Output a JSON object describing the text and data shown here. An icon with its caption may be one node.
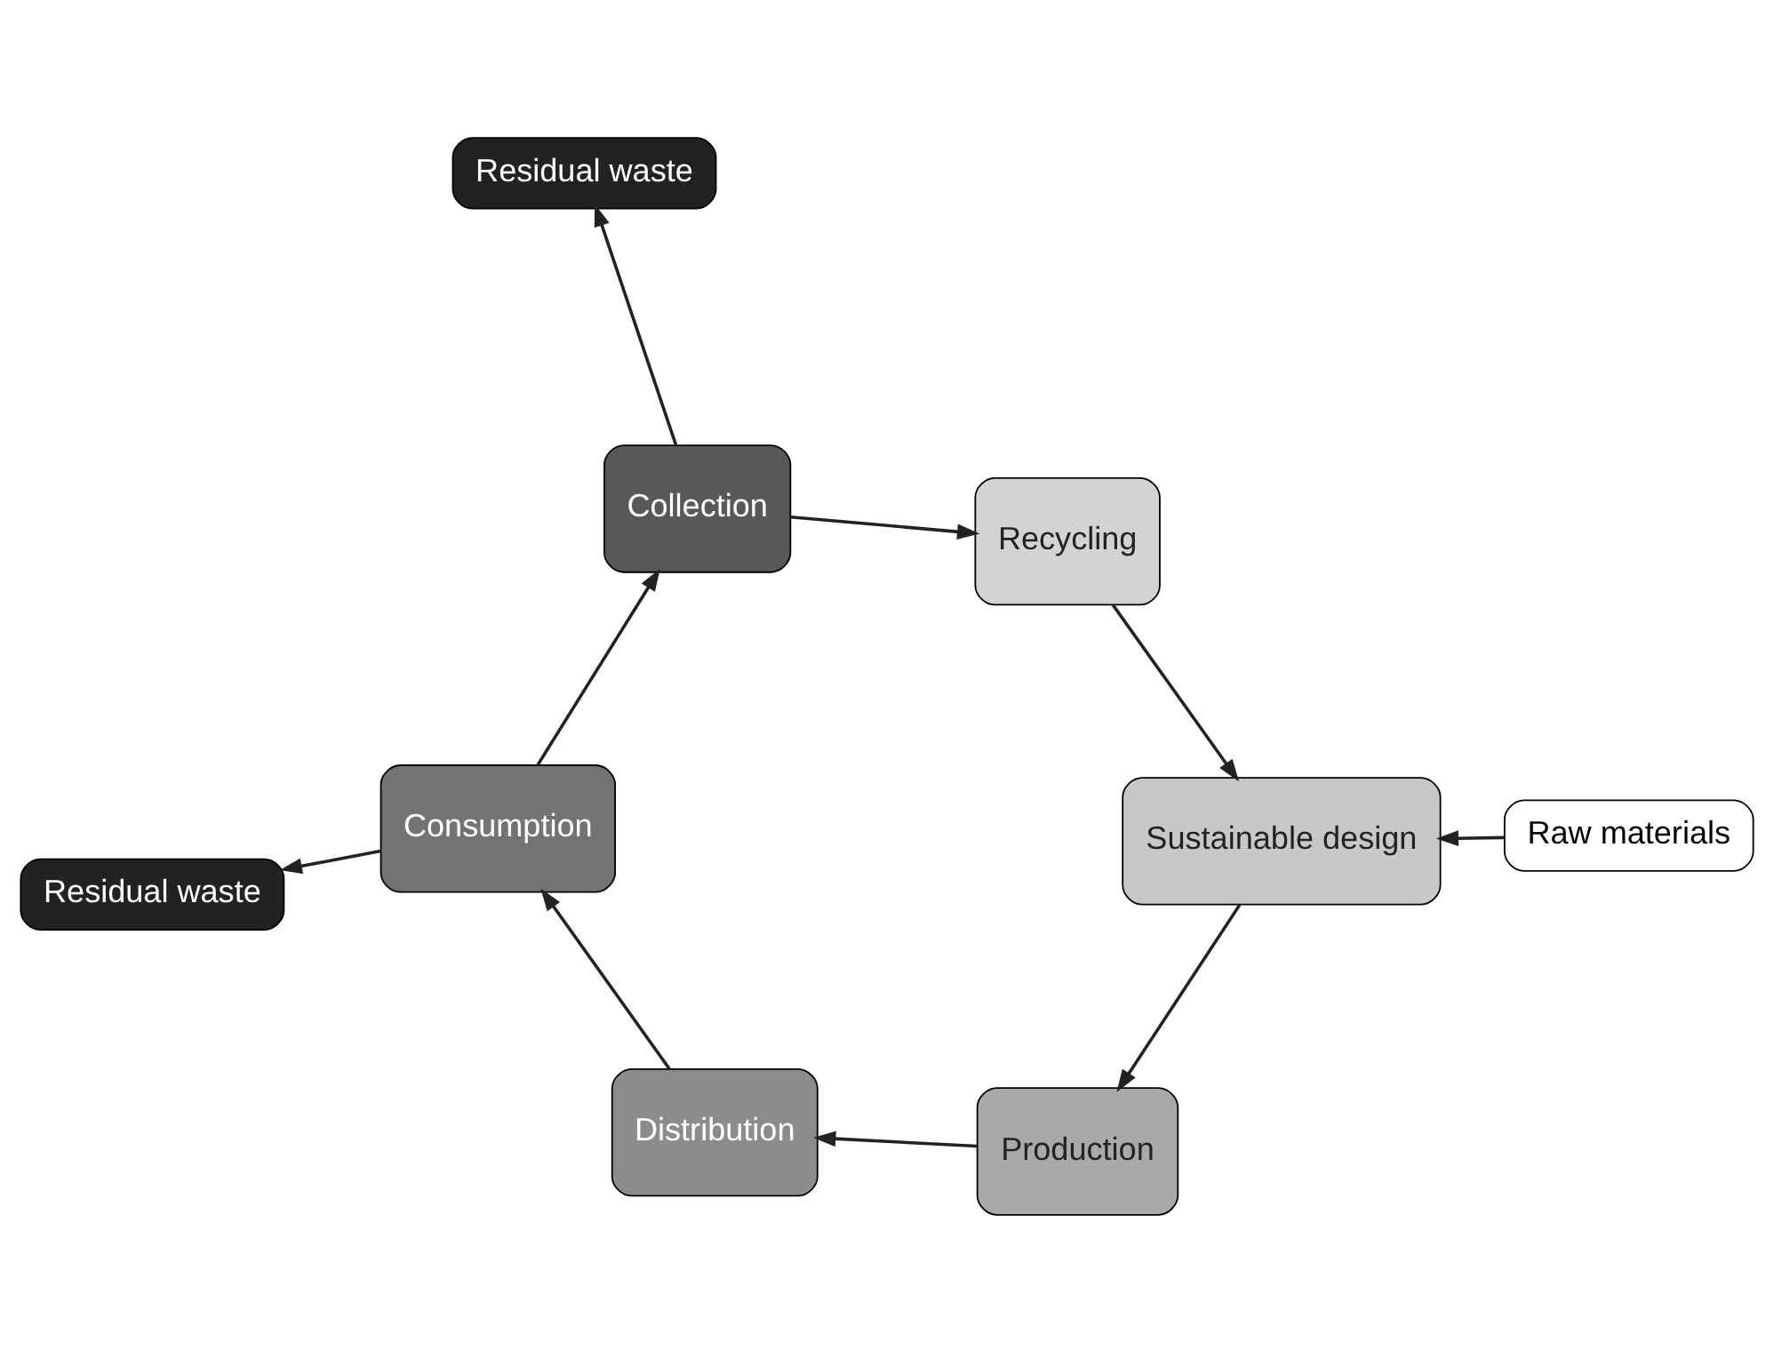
{
  "diagram": {
    "nodes": [
      {
        "text": [
          "Raw materials"
        ]
      },
      {
        "text": [
          "Sustainable design"
        ]
      },
      {
        "text": [
          "Production"
        ]
      },
      {
        "text": [
          "Distribution"
        ]
      },
      {
        "text": [
          "Consumption"
        ]
      },
      {
        "text": [
          "Collection"
        ]
      },
      {
        "text": [
          "Recycling"
        ]
      },
      {
        "text": [
          "Residual waste"
        ]
      },
      {
        "text": [
          "Residual waste"
        ]
      }
    ],
    "edges": [
      {
        "from": 0,
        "to": 1,
        "arrow": "to"
      },
      {
        "from": 1,
        "to": 2,
        "arrow": "to"
      },
      {
        "from": 2,
        "to": 3,
        "arrow": "to"
      },
      {
        "from": 3,
        "to": 4,
        "arrow": "to"
      },
      {
        "from": 4,
        "to": 5,
        "arrow": "to"
      },
      {
        "from": 5,
        "to": 6,
        "arrow": "to"
      },
      {
        "from": 6,
        "to": 1,
        "arrow": "to"
      },
      {
        "from": 5,
        "to": 7,
        "arrow": "to"
      },
      {
        "from": 4,
        "to": 8,
        "arrow": "to"
      }
    ]
  }
}
